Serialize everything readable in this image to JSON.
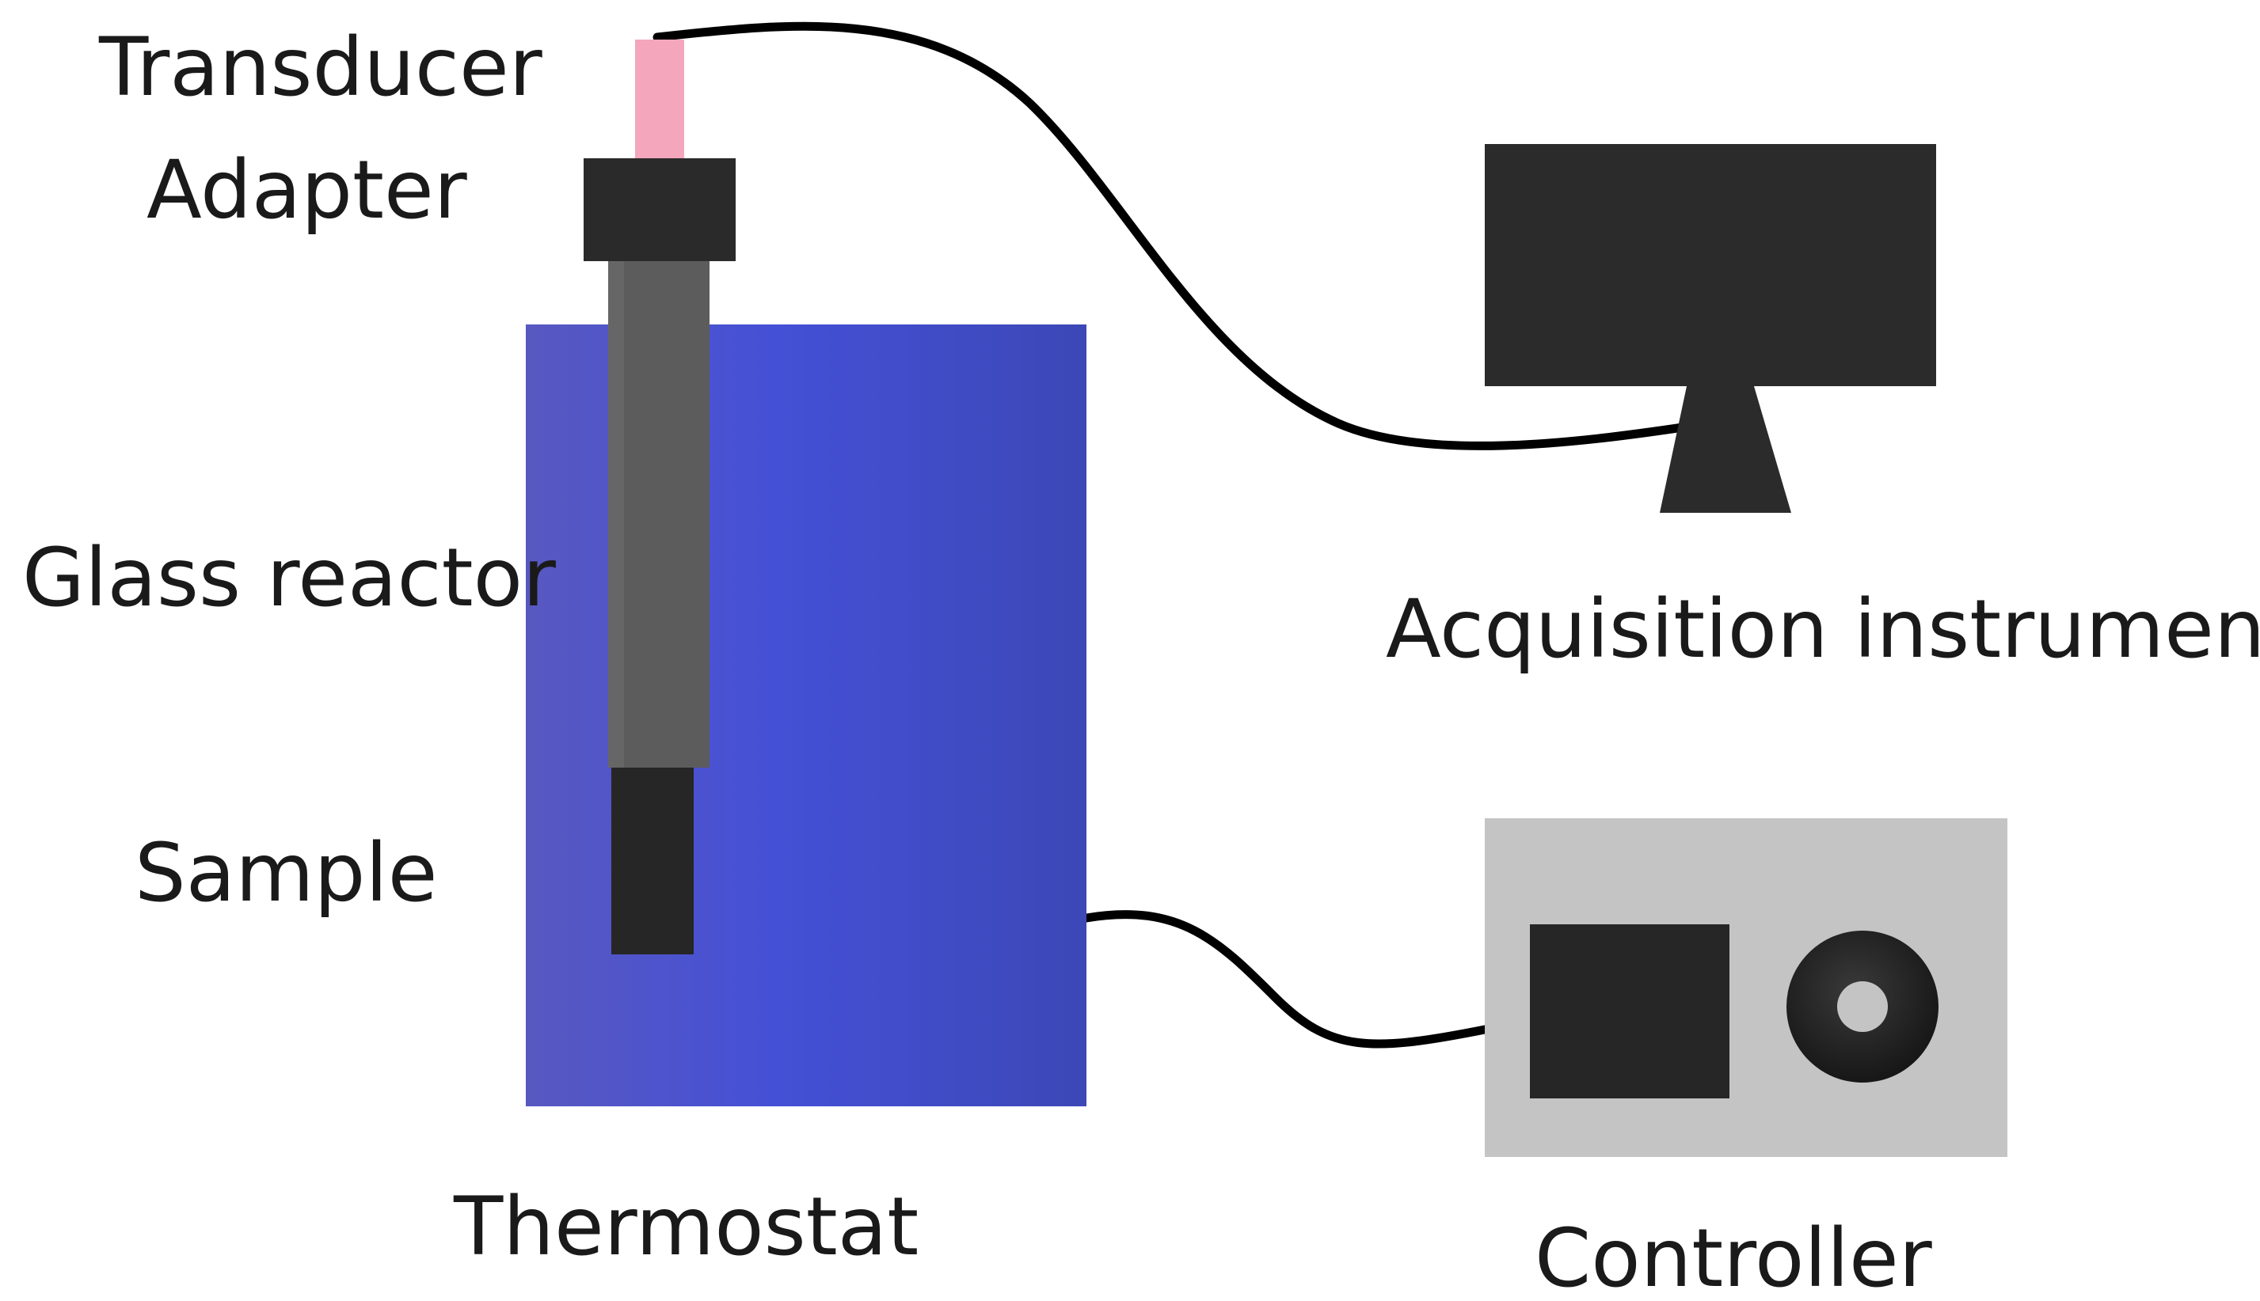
{
  "labels": {
    "transducer": "Transducer",
    "adapter": "Adapter",
    "glass_reactor": "Glass reactor",
    "sample": "Sample",
    "thermostat": "Thermostat",
    "acquisition_instrument": "Acquisition instrument",
    "controller": "Controller"
  },
  "colors": {
    "thermostat": "#4450d0",
    "transducer": "#f4a6bd",
    "adapter": "#2a2a2a",
    "glass_reactor": "#5c5c5c",
    "sample": "#262626",
    "monitor": "#2b2b2b",
    "controller_panel": "#c4c4c4",
    "cable": "#000000"
  }
}
